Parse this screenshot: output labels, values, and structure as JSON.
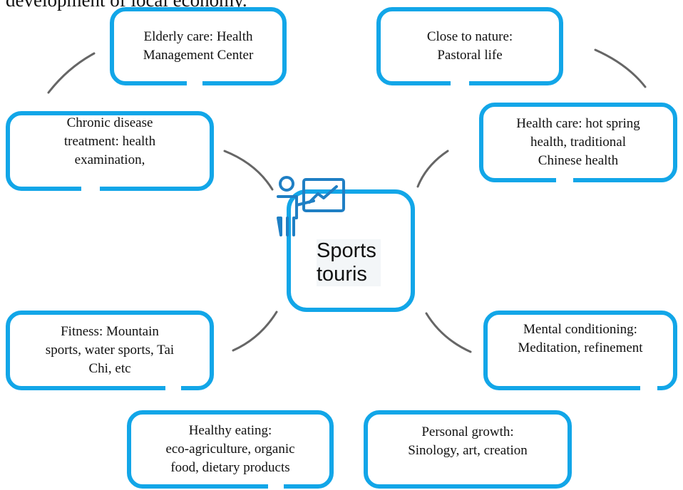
{
  "header_text": "development of local economy.",
  "center": {
    "text_line1": "Sports",
    "text_line2": "touris",
    "icon": "presentation-chart-icon"
  },
  "colors": {
    "border": "#12a6e8",
    "connector": "#666666",
    "icon": "#1f7fc4"
  },
  "nodes": [
    {
      "id": "elderly-care",
      "lines": [
        "Elderly care: Health",
        "Management Center"
      ]
    },
    {
      "id": "close-to-nature",
      "lines": [
        "Close to nature:",
        "Pastoral life"
      ]
    },
    {
      "id": "chronic-disease",
      "lines": [
        "Chronic disease",
        "treatment: health",
        "examination,"
      ]
    },
    {
      "id": "health-care",
      "lines": [
        "Health care: hot spring",
        "health, traditional",
        "Chinese health"
      ]
    },
    {
      "id": "fitness",
      "lines": [
        "Fitness: Mountain",
        "sports, water sports, Tai",
        "Chi, etc"
      ]
    },
    {
      "id": "mental-conditioning",
      "lines": [
        "Mental conditioning:",
        "Meditation, refinement"
      ]
    },
    {
      "id": "healthy-eating",
      "lines": [
        "Healthy eating:",
        "eco-agriculture, organic",
        "food, dietary products"
      ]
    },
    {
      "id": "personal-growth",
      "lines": [
        "Personal growth:",
        "Sinology, art, creation"
      ]
    }
  ]
}
